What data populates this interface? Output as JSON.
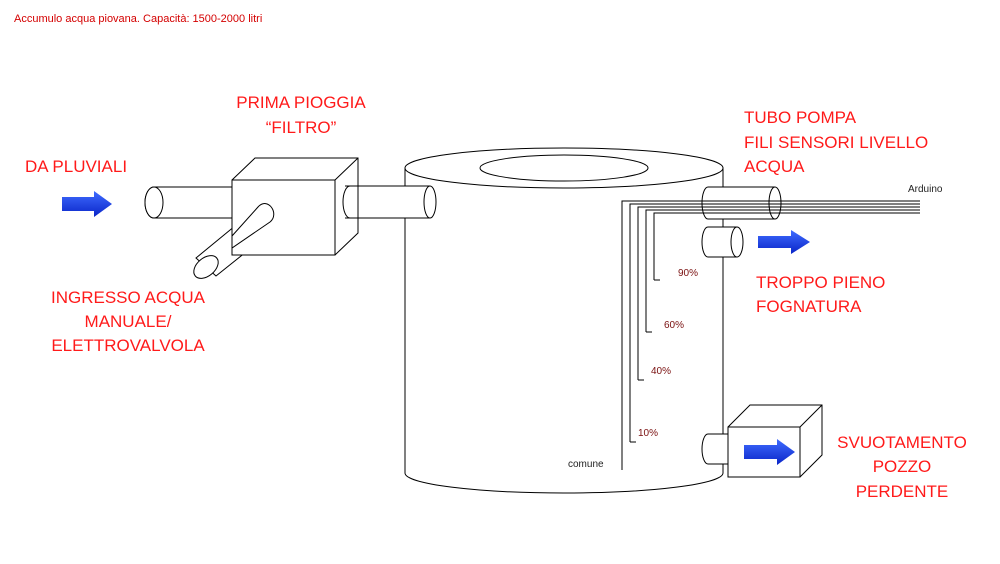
{
  "title": "Accumulo acqua piovana. Capacità: 1500-2000 litri",
  "labels": {
    "da_pluviali": "DA PLUVIALI",
    "prima_pioggia_1": "PRIMA PIOGGIA",
    "prima_pioggia_2": "“FILTRO”",
    "ingresso_1": "INGRESSO ACQUA",
    "ingresso_2": "MANUALE/",
    "ingresso_3": "ELETTROVALVOLA",
    "tubo_pompa_1": "TUBO POMPA",
    "tubo_pompa_2": "FILI SENSORI LIVELLO",
    "tubo_pompa_3": "ACQUA",
    "arduino": "Arduino",
    "troppo_pieno_1": "TROPPO PIENO",
    "troppo_pieno_2": "FOGNATURA",
    "svuotamento_1": "SVUOTAMENTO",
    "svuotamento_2": "POZZO",
    "svuotamento_3": "PERDENTE"
  },
  "sensors": {
    "level_90": "90%",
    "level_60": "60%",
    "level_40": "40%",
    "level_10": "10%",
    "common": "comune"
  },
  "colors": {
    "label": "#ff1a1a",
    "arrow": "#1a3fe0",
    "sensor_label": "#7a1010"
  }
}
